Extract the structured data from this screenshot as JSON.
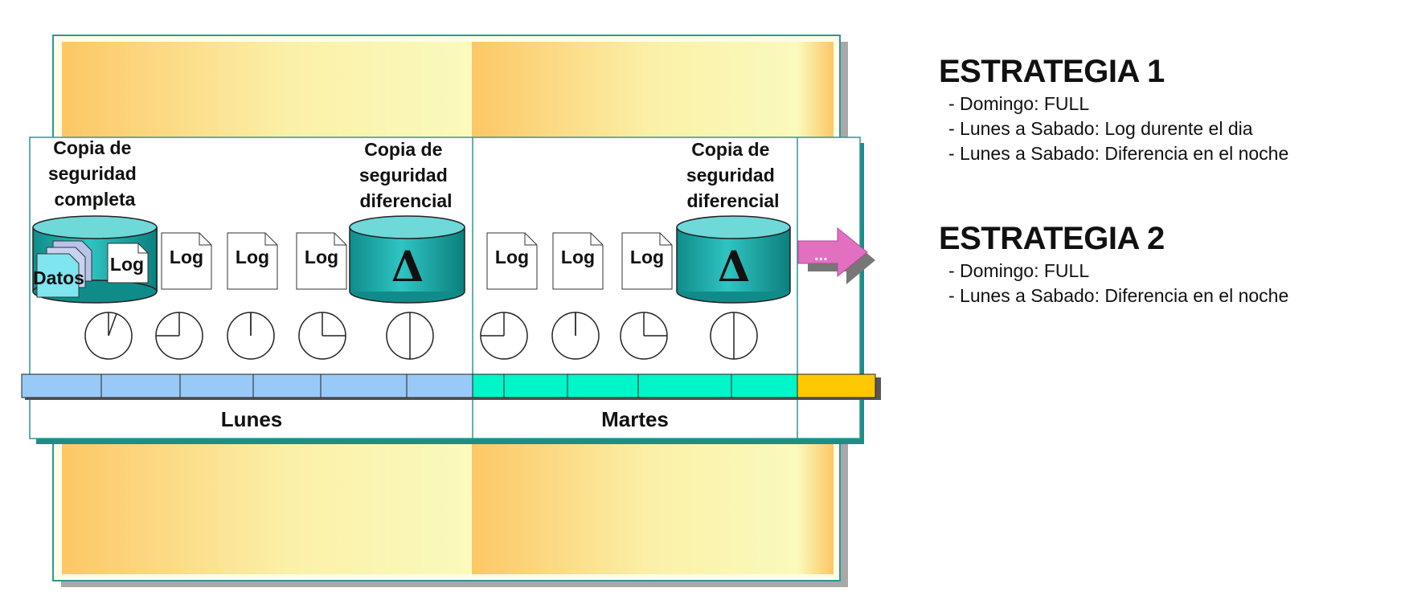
{
  "backup_labels": {
    "full_monday": [
      "Copia de",
      "seguridad",
      "completa"
    ],
    "diff_monday": [
      "Copia de",
      "seguridad",
      "diferencial"
    ],
    "diff_tuesday": [
      "Copia de",
      "seguridad",
      "diferencial"
    ]
  },
  "doc_labels": {
    "data": "Datos",
    "log": "Log",
    "delta": "Δ",
    "continuation": "..."
  },
  "days": [
    {
      "label": "Lunes",
      "color": "#99c9f7"
    },
    {
      "label": "Martes",
      "color": "#00f5c8"
    },
    {
      "label": "",
      "color": "#ffc800"
    }
  ],
  "colors": {
    "frame_border": "#2a9a93",
    "panel_gold": "#fcc765",
    "panel_cream": "#fafabc",
    "cylinder_top": "#6fd8d8",
    "cylinder_body": "#1faaa8",
    "arrow": "#e36fc0"
  },
  "strategies": [
    {
      "title": "ESTRATEGIA 1",
      "items": [
        "- Domingo: FULL",
        "- Lunes a Sabado: Log durente el dia",
        "- Lunes a Sabado: Diferencia en el noche"
      ]
    },
    {
      "title": "ESTRATEGIA 2",
      "items": [
        "- Domingo: FULL",
        "- Lunes a Sabado: Diferencia en el noche"
      ]
    }
  ]
}
